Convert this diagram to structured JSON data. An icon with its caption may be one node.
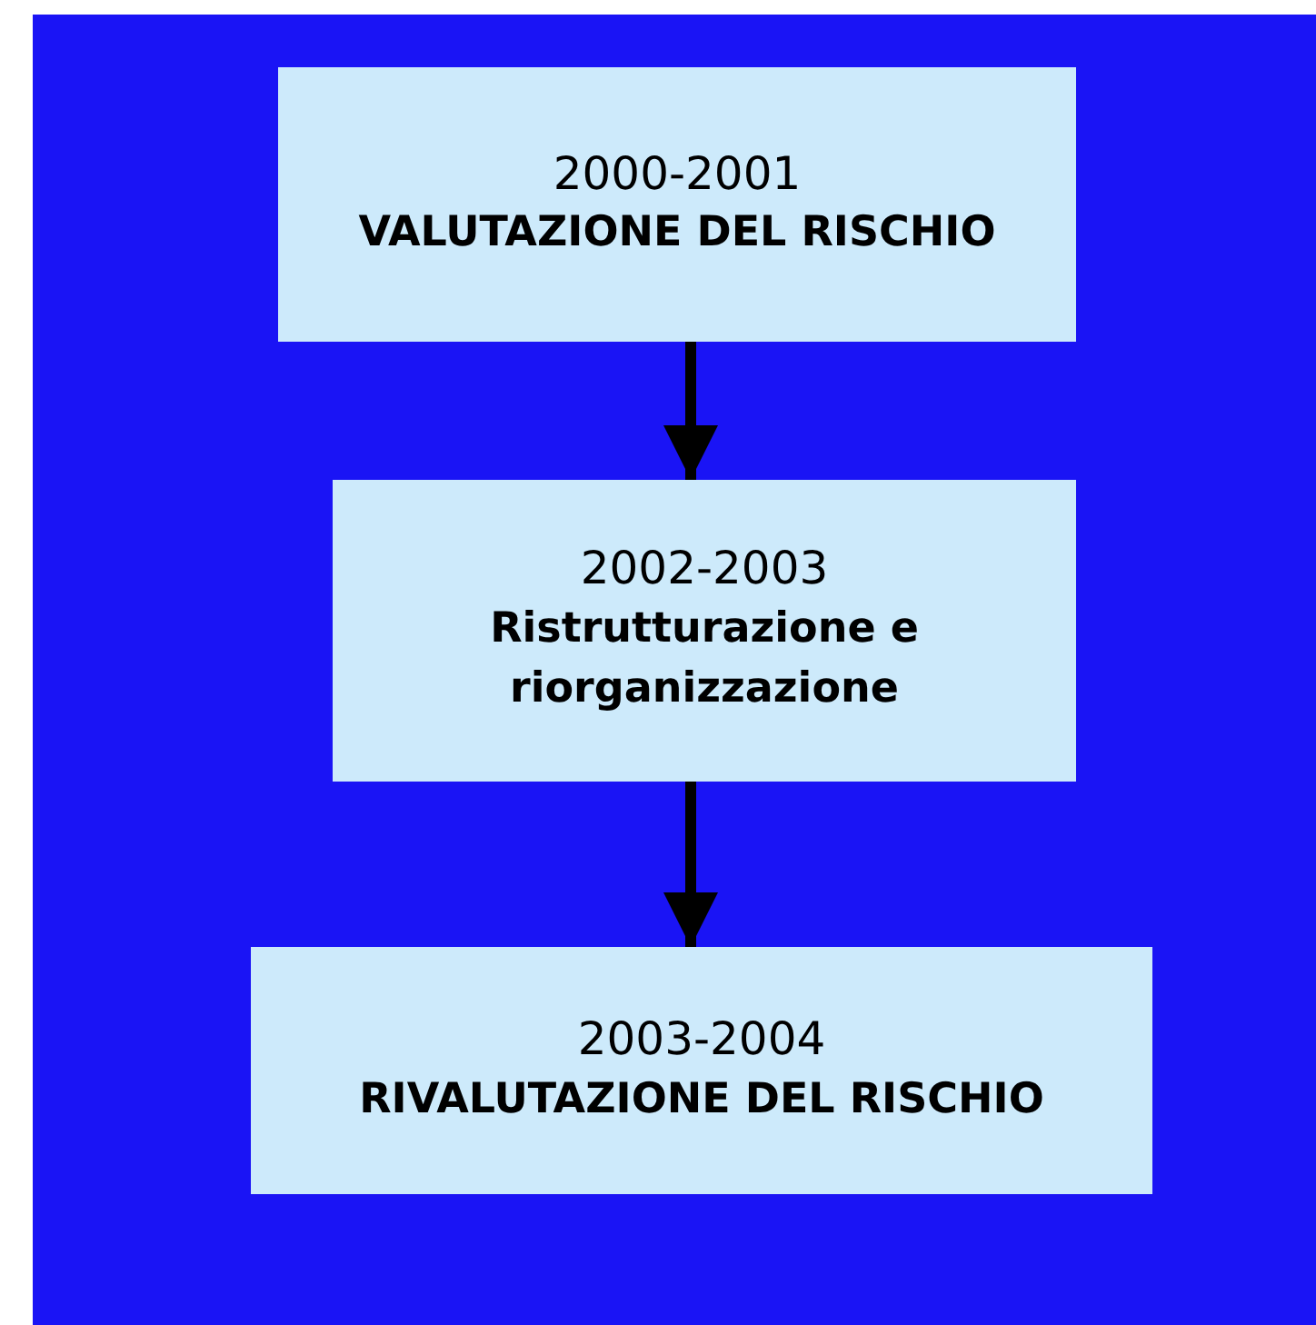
{
  "diagram": {
    "nodes": [
      {
        "text": [
          "2000-2001",
          "VALUTAZIONE DEL RISCHIO"
        ]
      },
      {
        "text": [
          "2002-2003",
          "Ristrutturazione e riorganizzazione"
        ]
      },
      {
        "text": [
          "2003-2004",
          "RIVALUTAZIONE DEL RISCHIO"
        ]
      }
    ],
    "edges": [
      {
        "from": 0,
        "to": 1,
        "arrow": "to"
      },
      {
        "from": 1,
        "to": 2,
        "arrow": "to"
      }
    ]
  }
}
